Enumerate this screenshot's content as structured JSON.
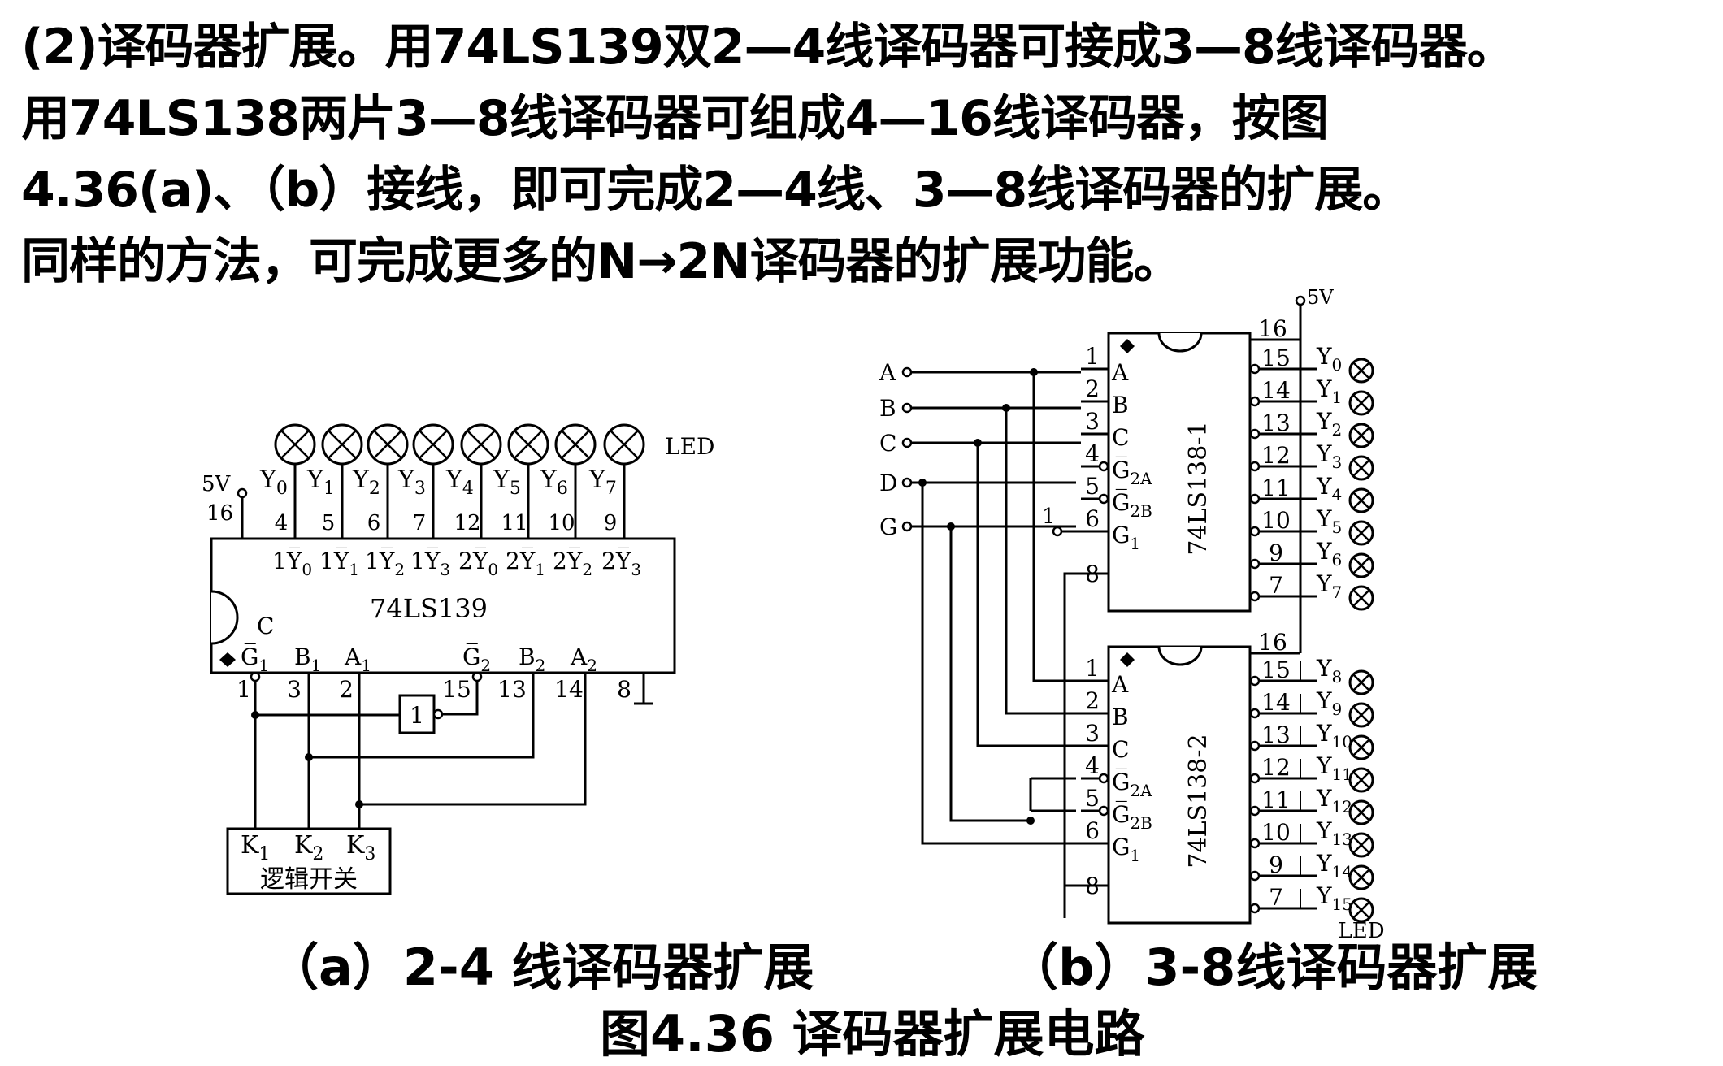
{
  "paragraph": {
    "lines": [
      "(2)译码器扩展。用74LS139双2—4线译码器可接成3—8线译码器。",
      "用74LS138两片3—8线译码器可组成4—16线译码器，按图",
      "4.36(a)、（b）接线，即可完成2—4线、3—8线译码器的扩展。",
      "同样的方法，可完成更多的N→2N译码器的扩展功能。"
    ]
  },
  "circuit_a": {
    "chip_label": "74LS139",
    "supply_label": "5V",
    "pin16_label": "16",
    "led_label": "LED",
    "outputs": [
      {
        "y": "Y",
        "sub": "0",
        "pin": "4",
        "port": "1Y̅",
        "psub": "0"
      },
      {
        "y": "Y",
        "sub": "1",
        "pin": "5",
        "port": "1Y̅",
        "psub": "1"
      },
      {
        "y": "Y",
        "sub": "2",
        "pin": "6",
        "port": "1Y̅",
        "psub": "2"
      },
      {
        "y": "Y",
        "sub": "3",
        "pin": "7",
        "port": "1Y̅",
        "psub": "3"
      },
      {
        "y": "Y",
        "sub": "4",
        "pin": "12",
        "port": "2Y̅",
        "psub": "0"
      },
      {
        "y": "Y",
        "sub": "5",
        "pin": "11",
        "port": "2Y̅",
        "psub": "1"
      },
      {
        "y": "Y",
        "sub": "6",
        "pin": "10",
        "port": "2Y̅",
        "psub": "2"
      },
      {
        "y": "Y",
        "sub": "7",
        "pin": "9",
        "port": "2Y̅",
        "psub": "3"
      }
    ],
    "c_label": "C",
    "inputs": [
      {
        "name": "G̅",
        "sub": "1",
        "pin": "1"
      },
      {
        "name": "B",
        "sub": "1",
        "pin": "3"
      },
      {
        "name": "A",
        "sub": "1",
        "pin": "2"
      },
      {
        "name": "G̅",
        "sub": "2",
        "pin": "15"
      },
      {
        "name": "B",
        "sub": "2",
        "pin": "13"
      },
      {
        "name": "A",
        "sub": "2",
        "pin": "14"
      }
    ],
    "gnd_pin": "8",
    "inverter_label": "1",
    "switch_labels": [
      {
        "k": "K",
        "sub": "1"
      },
      {
        "k": "K",
        "sub": "2"
      },
      {
        "k": "K",
        "sub": "3"
      }
    ],
    "switch_caption": "逻辑开关"
  },
  "circuit_b": {
    "supply_label": "5V",
    "input_names": [
      "A",
      "B",
      "C",
      "D",
      "G"
    ],
    "chip1_label": "74LS138-1",
    "chip2_label": "74LS138-2",
    "left_pins": [
      {
        "pin": "1",
        "name": "A",
        "sub": ""
      },
      {
        "pin": "2",
        "name": "B",
        "sub": ""
      },
      {
        "pin": "3",
        "name": "C",
        "sub": ""
      },
      {
        "pin": "4",
        "name": "G̅",
        "sub": "2A"
      },
      {
        "pin": "5",
        "name": "G̅",
        "sub": "2B"
      },
      {
        "pin": "6",
        "name": "G",
        "sub": "1"
      }
    ],
    "gnd_pin": "8",
    "vcc_pin": "16",
    "g1_const": "1",
    "right_pins": [
      "15",
      "14",
      "13",
      "12",
      "11",
      "10",
      "9",
      "7"
    ],
    "outputs1": [
      "0",
      "1",
      "2",
      "3",
      "4",
      "5",
      "6",
      "7"
    ],
    "outputs2": [
      "8",
      "9",
      "10",
      "11",
      "12",
      "13",
      "14",
      "15"
    ],
    "output_letter": "Y",
    "led_label": "LED"
  },
  "captions": {
    "a": "（a）2-4 线译码器扩展",
    "b": "（b）3-8线译码器扩展",
    "figure": "图4.36    译码器扩展电路"
  }
}
